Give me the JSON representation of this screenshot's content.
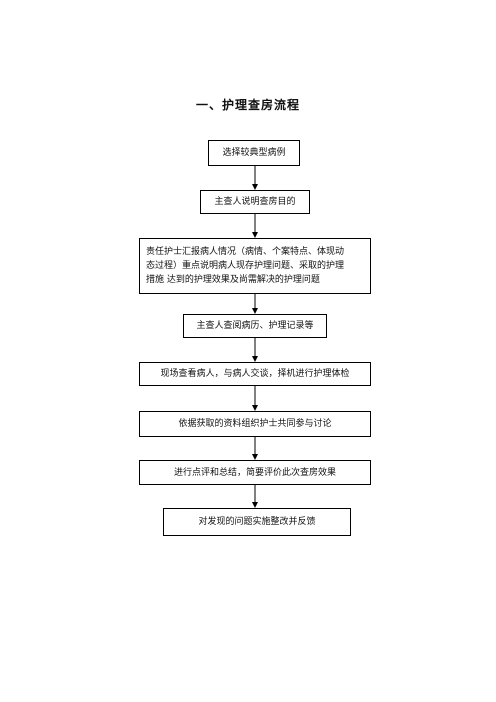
{
  "title": "一、护理查房流程",
  "steps": [
    "选择较典型病例",
    "主查人说明查房目的",
    "责任护士汇报病人情况（病情、个案特点、体现动\n态过程）重点说明病人现存护理问题、采取的护理\n措施  达到的护理效果及尚需解决的护理问题",
    "主查人查阅病历、护理记录等",
    "现场查看病人，与病人交谈，择机进行护理体检",
    "依据获取的资料组织护士共同参与讨论",
    "进行点评和总结，简要评价此次查房效果",
    "对发现的问题实施整改并反馈"
  ]
}
